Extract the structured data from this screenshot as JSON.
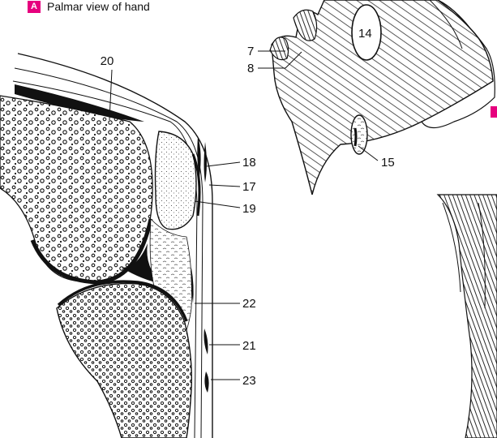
{
  "figure": {
    "caption_badge": "A",
    "caption_text": "Palmar view of hand",
    "labels": {
      "l7": "7",
      "l8": "8",
      "l14": "14",
      "l15": "15",
      "l17": "17",
      "l18": "18",
      "l19": "19",
      "l20": "20",
      "l21": "21",
      "l22": "22",
      "l23": "23"
    },
    "colors": {
      "accent": "#e6007e",
      "ink": "#111111"
    }
  }
}
